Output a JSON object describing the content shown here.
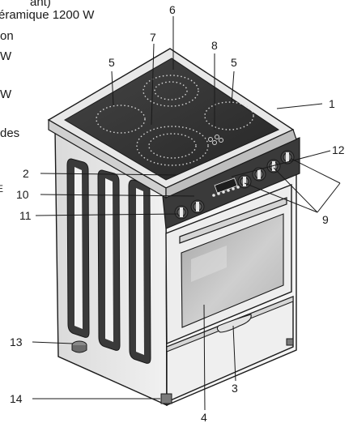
{
  "background_text": [
    "ant)",
    "éramique 1200 W",
    "on",
    "W",
    "W",
    "des",
    "E"
  ],
  "callouts": [
    "1",
    "2",
    "3",
    "4",
    "5",
    "5",
    "6",
    "7",
    "8",
    "9",
    "10",
    "11",
    "12",
    "13",
    "14"
  ],
  "colors": {
    "line": "#1a1a1a",
    "glass": "#2b2b2b",
    "panel": "#3a3a3a",
    "body": "#e9e9e9",
    "oven_window": "#b9b9b9"
  }
}
